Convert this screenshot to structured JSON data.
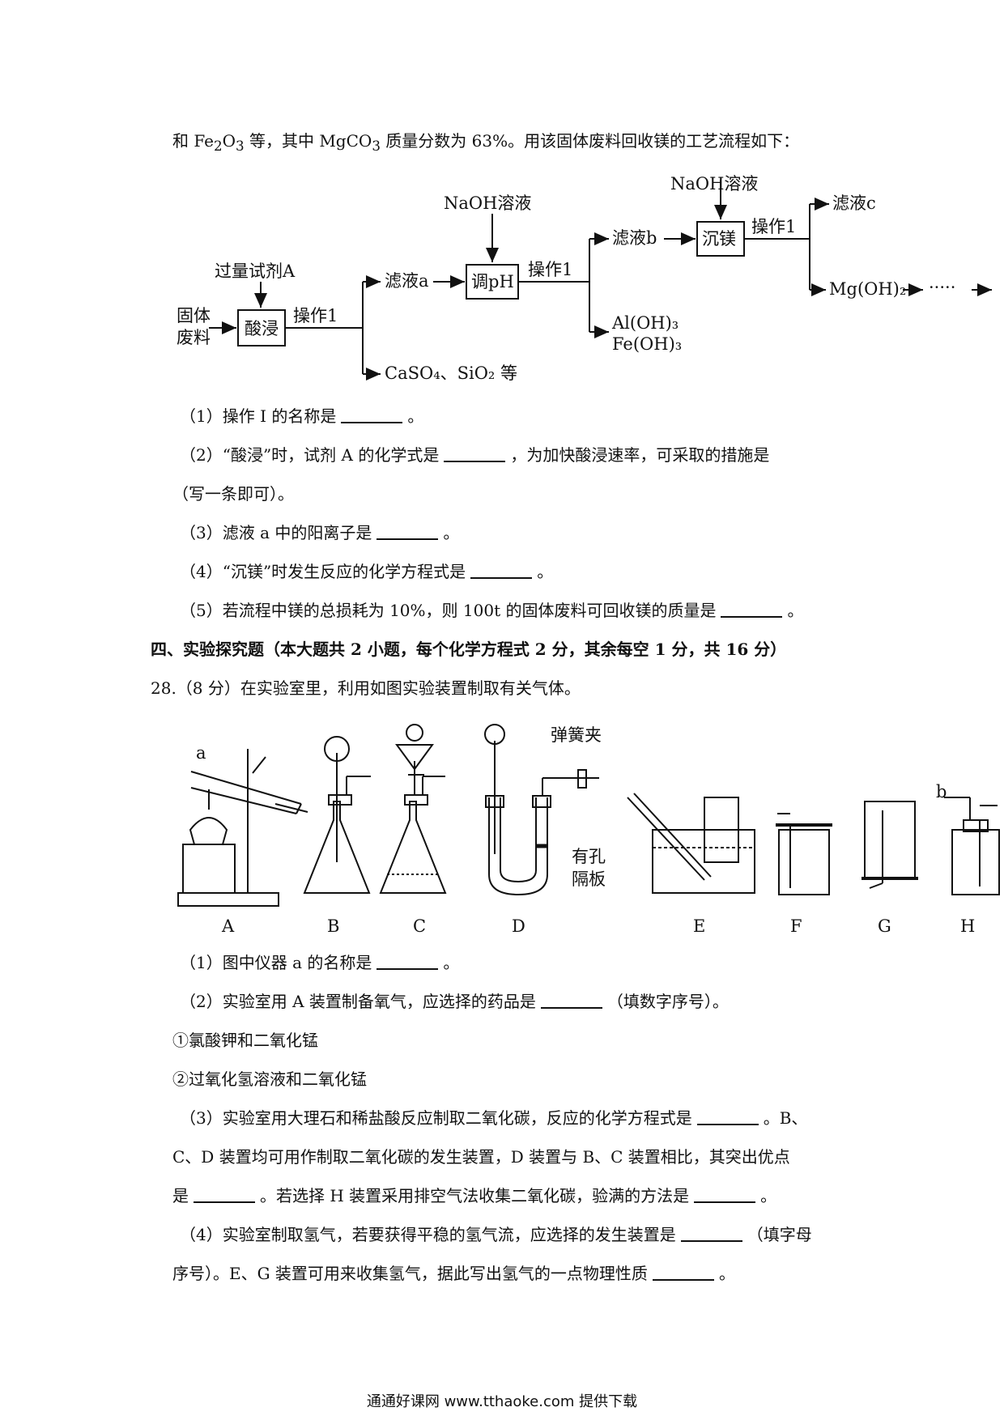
{
  "intro": {
    "pre": "和 Fe",
    "s1": "2",
    "mid1": "O",
    "s2": "3",
    "mid2": " 等，其中 MgCO",
    "s3": "3",
    "post": " 质量分数为 63%。用该固体废料回收镁的工艺流程如下："
  },
  "flow": {
    "raw": [
      "固体",
      "废料"
    ],
    "reagent_a": "过量试剂A",
    "acid_leach": "酸浸",
    "op1": "操作1",
    "filtrate_a": "滤液a",
    "residue": "CaSO₄、SiO₂ 等",
    "naoh": "NaOH溶液",
    "adjust_ph": "调pH",
    "filtrate_b": "滤液b",
    "aloh": "Al(OH)₃",
    "feoh": "Fe(OH)₃",
    "precip_mg": "沉镁",
    "filtrate_c": "滤液c",
    "mgoh": "Mg(OH)₂",
    "dots": "·····"
  },
  "q27": [
    {
      "text": "（1）操作 I 的名称是",
      "after": "。"
    },
    {
      "text": "（2）“酸浸”时，试剂 A 的化学式是",
      "after": "，为加快酸浸速率，可采取的措施是"
    },
    {
      "text": "（写一条即可）。"
    },
    {
      "text": "（3）滤液 a 中的阳离子是",
      "after": "。"
    },
    {
      "text": "（4）“沉镁”时发生反应的化学方程式是",
      "after": "。"
    },
    {
      "text": "（5）若流程中镁的总损耗为 10%，则 100t 的固体废料可回收镁的质量是",
      "after": "。"
    }
  ],
  "section4": "四、实验探究题（本大题共 2 小题，每个化学方程式 2 分，其余每空 1 分，共 16 分）",
  "q28_title": "28.（8 分）在实验室里，利用如图实验装置制取有关气体。",
  "apparatus": {
    "label_a": "a",
    "label_b": "b",
    "spring_clip": "弹簧夹",
    "porous_plate": [
      "有孔",
      "隔板"
    ],
    "letters": [
      "A",
      "B",
      "C",
      "D",
      "E",
      "F",
      "G",
      "H"
    ]
  },
  "q28": {
    "p1_pre": "（1）图中仪器 a 的名称是",
    "p1_post": "。",
    "p2_pre": "（2）实验室用 A 装置制备氧气，应选择的药品是",
    "p2_post": "（填数字序号）。",
    "opt1": "①氯酸钾和二氧化锰",
    "opt2": "②过氧化氢溶液和二氧化锰",
    "p3_pre": "（3）实验室用大理石和稀盐酸反应制取二氧化碳，反应的化学方程式是",
    "p3_post": "。B、",
    "p3_l2": "C、D 装置均可用作制取二氧化碳的发生装置，D 装置与 B、C 装置相比，其突出优点",
    "p3_l3_pre": "是",
    "p3_l3_mid": "。若选择 H 装置采用排空气法收集二氧化碳，验满的方法是",
    "p3_l3_post": "。",
    "p4_pre": "（4）实验室制取氢气，若要获得平稳的氢气流，应选择的发生装置是",
    "p4_post": "（填字母",
    "p4_l2_pre": "序号）。E、G 装置可用来收集氢气，据此写出氢气的一点物理性质",
    "p4_l2_post": "。"
  },
  "footer": "通通好课网  www.tthaoke.com  提供下载"
}
